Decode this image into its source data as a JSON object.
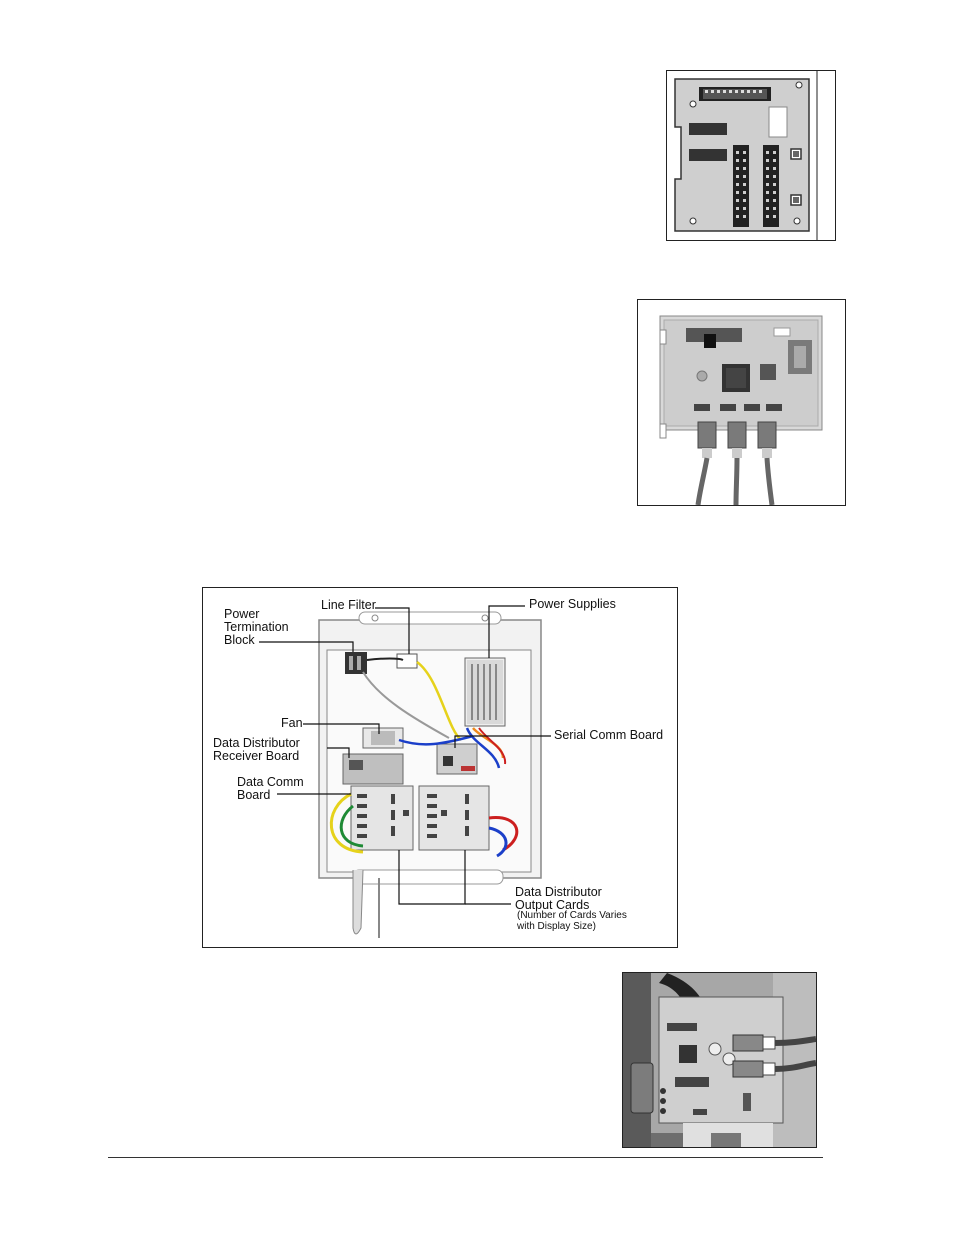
{
  "colors": {
    "board_grey": "#cfcfcf",
    "wire_yellow": "#e6d21b",
    "wire_green": "#1e8a35",
    "wire_red": "#cc1f1f",
    "wire_blue": "#1b3fc9",
    "wire_orange": "#ee8a1e",
    "border": "#222222"
  },
  "icons": {
    "fig1": "circuit-board-icon",
    "fig2": "serial-comm-board-photo",
    "fig3": "display-enclosure-diagram",
    "fig4": "data-comm-board-photo"
  },
  "enclosure": {
    "labels": {
      "power_termination_block": "Power\nTermination\nBlock",
      "line_filter": "Line Filter",
      "power_supplies": "Power Supplies",
      "fan": "Fan",
      "serial_comm_board": "Serial Comm Board",
      "data_distributor_receiver_board": "Data Distributor\nReceiver Board",
      "data_comm_board": "Data Comm\nBoard",
      "data_distributor_output_cards": "Data Distributor\nOutput Cards",
      "output_cards_note": "(Number of Cards Varies\nwith Display Size)"
    }
  }
}
